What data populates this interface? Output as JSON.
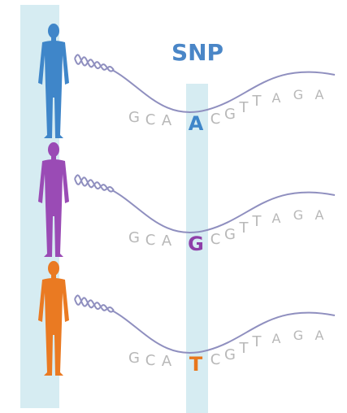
{
  "title": "SNP",
  "colors": {
    "band": "#d6ecf2",
    "title": "#4a86c7",
    "strand": "#8f8fbf",
    "base": "#b8b8b8"
  },
  "rows": [
    {
      "person_color": "#3f86c9",
      "sequence": [
        "G",
        "C",
        "A",
        "A",
        "C",
        "G",
        "T",
        "T",
        "A",
        "G",
        "A"
      ],
      "snp_index": 3,
      "snp_base": "A",
      "snp_color": "#3f86c9"
    },
    {
      "person_color": "#9a4bb5",
      "sequence": [
        "G",
        "C",
        "A",
        "G",
        "C",
        "G",
        "T",
        "T",
        "A",
        "G",
        "A"
      ],
      "snp_index": 3,
      "snp_base": "G",
      "snp_color": "#8e3fa8"
    },
    {
      "person_color": "#ea7a22",
      "sequence": [
        "G",
        "C",
        "A",
        "T",
        "C",
        "G",
        "T",
        "T",
        "A",
        "G",
        "A"
      ],
      "snp_index": 3,
      "snp_base": "T",
      "snp_color": "#e8771d"
    }
  ]
}
